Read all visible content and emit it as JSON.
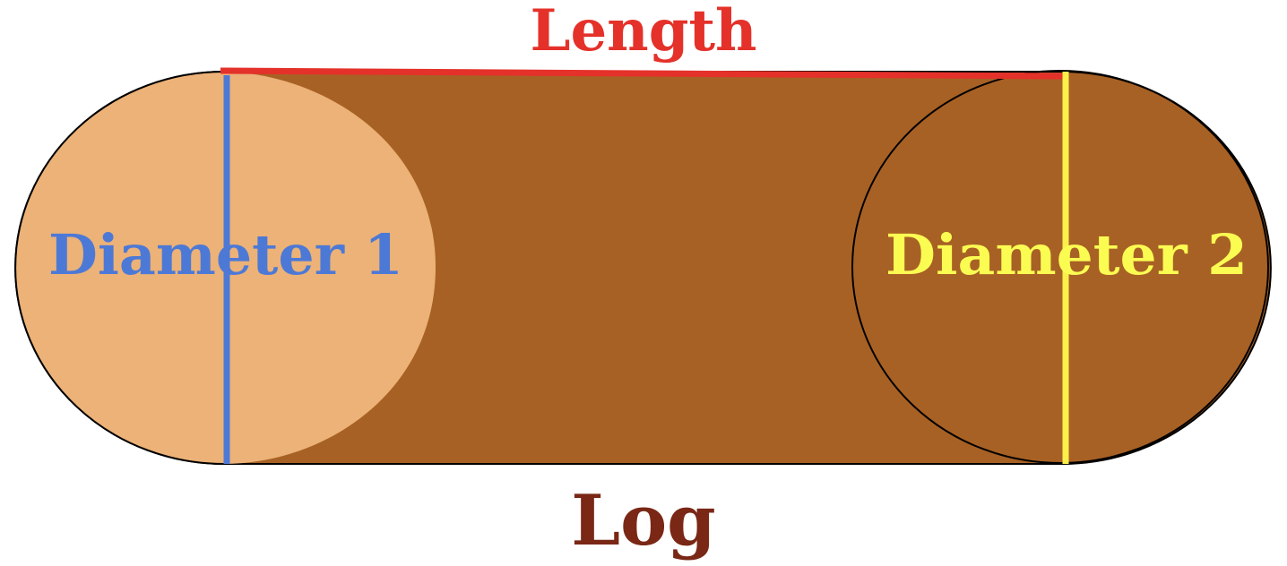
{
  "diagram": {
    "title": "Length",
    "caption": "Log",
    "diameter_1_label": "Diameter 1",
    "diameter_2_label": "Diameter 2"
  },
  "colors": {
    "log_body": "#a86124",
    "log_end_face": "#ecb277",
    "outline": "#000000",
    "length_line": "#e4312a",
    "diameter_1_line": "#4d79d6",
    "diameter_2_line": "#fbef4a",
    "length_text": "#e4312a",
    "diameter_1_text": "#4d79d6",
    "diameter_2_text": "#fbfc52",
    "caption_text": "#7a2716"
  }
}
